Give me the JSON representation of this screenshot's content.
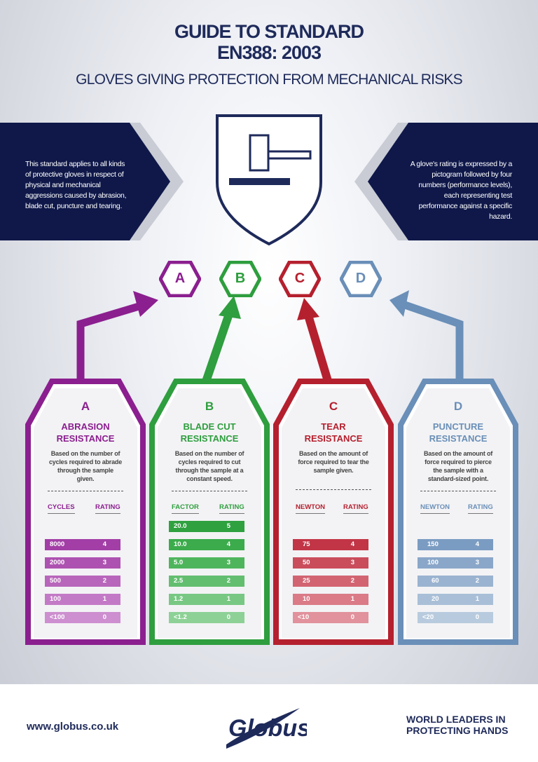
{
  "header": {
    "title_line1": "GUIDE TO STANDARD",
    "title_line2": "EN388: 2003",
    "subtitle": "GLOVES GIVING PROTECTION FROM MECHANICAL RISKS"
  },
  "left_banner": {
    "lines": [
      "This standard applies to all kinds",
      "of protective gloves in respect of",
      "physical and mechanical",
      "aggressions caused by abrasion,",
      "blade cut, puncture and tearing."
    ]
  },
  "right_banner": {
    "lines": [
      "A glove's rating is expressed by a",
      "pictogram followed by four",
      "numbers (performance levels),",
      "each representing test",
      "performance against a specific",
      "hazard."
    ]
  },
  "hexagons": [
    {
      "letter": "A",
      "color": "#8b1f8f"
    },
    {
      "letter": "B",
      "color": "#2e9e3e"
    },
    {
      "letter": "C",
      "color": "#b5202e"
    },
    {
      "letter": "D",
      "color": "#6a8fb8"
    }
  ],
  "cards": [
    {
      "letter": "A",
      "title_line1": "ABRASION",
      "title_line2": "RESISTANCE",
      "desc_lines": [
        "Based on the number of",
        "cycles required to abrade",
        "through the sample",
        "given."
      ],
      "col1": "CYCLES",
      "col2": "RATING",
      "color": "#8b1f8f",
      "rows": [
        [
          "8000",
          "4"
        ],
        [
          "2000",
          "3"
        ],
        [
          "500",
          "2"
        ],
        [
          "100",
          "1"
        ],
        [
          "<100",
          "0"
        ]
      ],
      "row_colors": [
        "#a23ea6",
        "#ad52b0",
        "#b866bb",
        "#c37ac6",
        "#cd8fd0"
      ]
    },
    {
      "letter": "B",
      "title_line1": "BLADE CUT",
      "title_line2": "RESISTANCE",
      "desc_lines": [
        "Based on the number of",
        "cycles required to cut",
        "through the sample at a",
        "constant speed."
      ],
      "col1": "FACTOR",
      "col2": "RATING",
      "color": "#2e9e3e",
      "rows": [
        [
          "20.0",
          "5"
        ],
        [
          "10.0",
          "4"
        ],
        [
          "5.0",
          "3"
        ],
        [
          "2.5",
          "2"
        ],
        [
          "1.2",
          "1"
        ],
        [
          "<1.2",
          "0"
        ]
      ],
      "row_colors": [
        "#2fa13f",
        "#3cab4c",
        "#4fb55d",
        "#63be70",
        "#78c883",
        "#8dd196"
      ]
    },
    {
      "letter": "C",
      "title_line1": "TEAR",
      "title_line2": "RESISTANCE",
      "desc_lines": [
        "Based on the amount of",
        "force required to tear the",
        "sample given."
      ],
      "col1": "NEWTON",
      "col2": "RATING",
      "color": "#b5202e",
      "rows": [
        [
          "75",
          "4"
        ],
        [
          "50",
          "3"
        ],
        [
          "25",
          "2"
        ],
        [
          "10",
          "1"
        ],
        [
          "<10",
          "0"
        ]
      ],
      "row_colors": [
        "#c23546",
        "#ca4d5c",
        "#d26472",
        "#da7b87",
        "#e1929c"
      ]
    },
    {
      "letter": "D",
      "title_line1": "PUNCTURE",
      "title_line2": "RESISTANCE",
      "desc_lines": [
        "Based on the amount of",
        "force required to pierce",
        "the sample with a",
        "standard-sized point."
      ],
      "col1": "NEWTON",
      "col2": "RATING",
      "color": "#6a8fb8",
      "rows": [
        [
          "150",
          "4"
        ],
        [
          "100",
          "3"
        ],
        [
          "60",
          "2"
        ],
        [
          "20",
          "1"
        ],
        [
          "<20",
          "0"
        ]
      ],
      "row_colors": [
        "#7b9cc2",
        "#8aa7c9",
        "#9ab3d0",
        "#a9bfd7",
        "#b8cbde"
      ]
    }
  ],
  "footer": {
    "url": "www.globus.co.uk",
    "logo_text": "Globus",
    "tag_line1": "WORLD LEADERS IN",
    "tag_line2": "PROTECTING HANDS"
  },
  "colors": {
    "navy": "#0f1849",
    "title": "#1e2a5a"
  }
}
